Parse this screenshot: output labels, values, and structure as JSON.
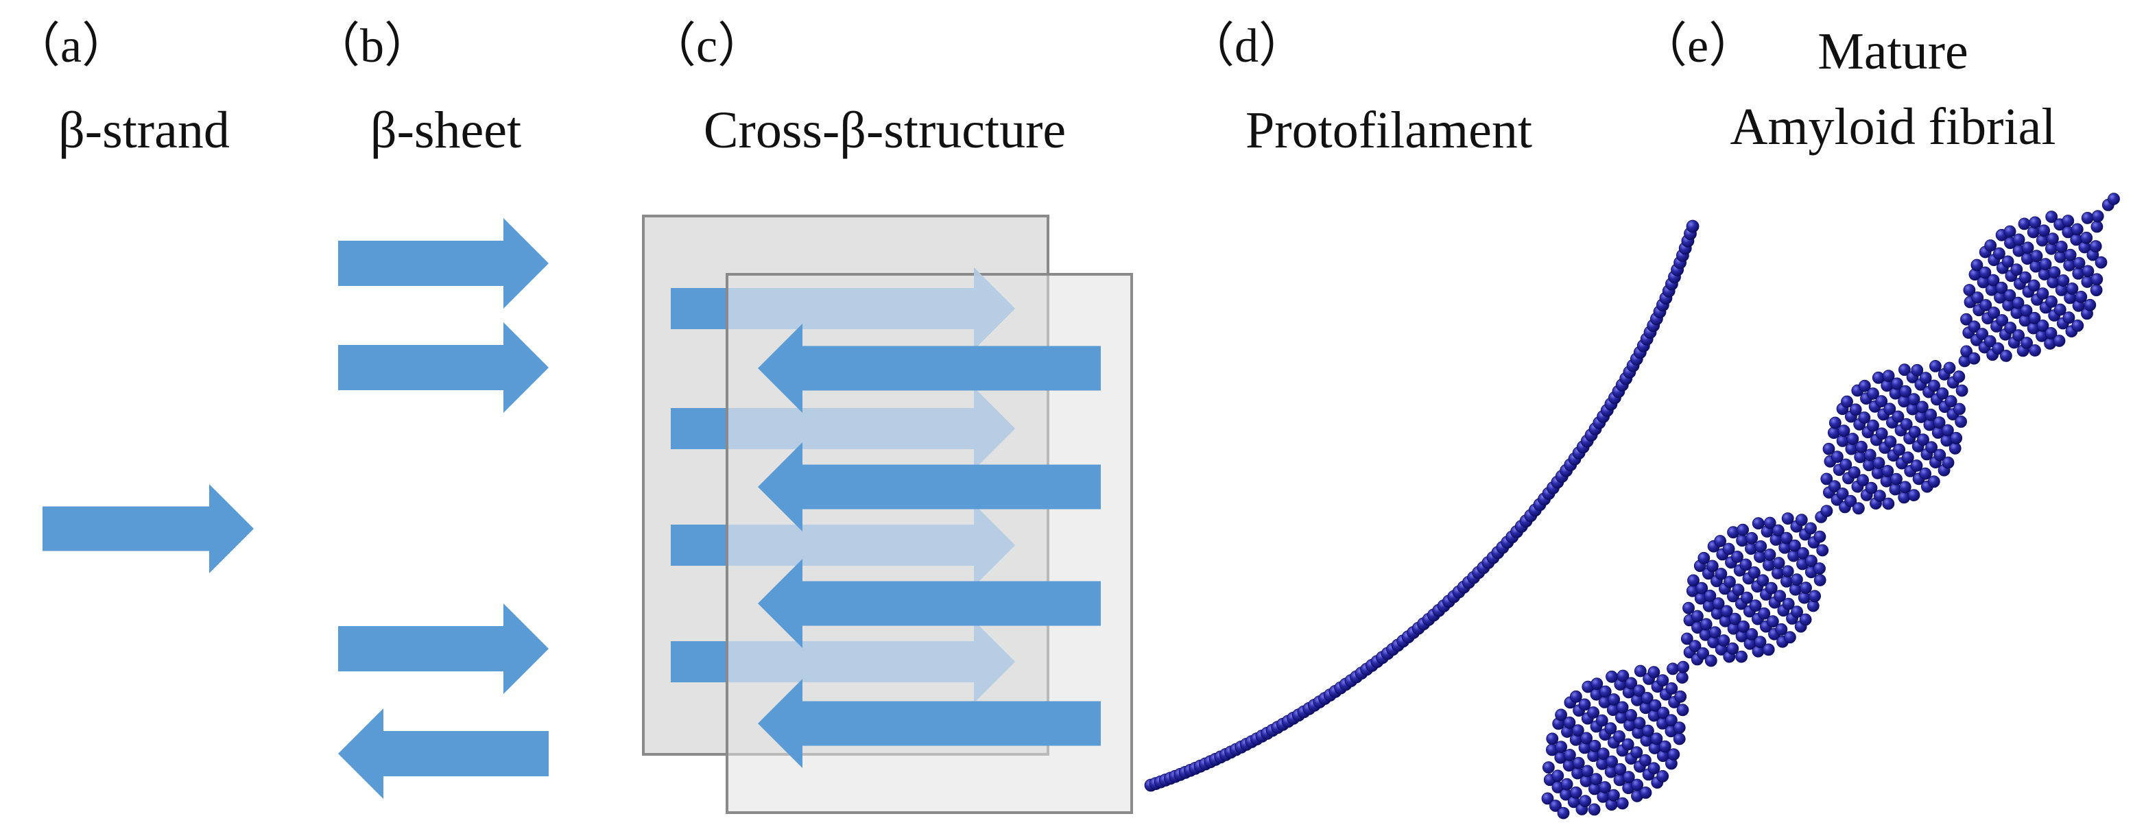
{
  "colors": {
    "arrow": "#5b9bd5",
    "arrow_faded": "#b9cee3",
    "sheet_fill": "#e2e2e2",
    "sheet_stroke": "#8a8a8a",
    "bead": "#2b2ba8",
    "bead_dark": "#0d0d66",
    "bead_light": "#6a6ae0",
    "text": "#111111"
  },
  "icons": {
    "strand_arrow": "block-arrow-right",
    "antiparallel_arrow": "block-arrow-left",
    "protofilament": "bead-chain",
    "fibril": "twisted-bead-bundle"
  },
  "panels": [
    {
      "label": "（a）",
      "title": "β-strand"
    },
    {
      "label": "（b）",
      "title": "β-sheet"
    },
    {
      "label": "（c）",
      "title": "Cross-β-structure"
    },
    {
      "label": "（d）",
      "title": "Protofilament"
    },
    {
      "label": "（e）",
      "title_line1": "Mature",
      "title_line2": "Amyloid fibrial"
    }
  ]
}
